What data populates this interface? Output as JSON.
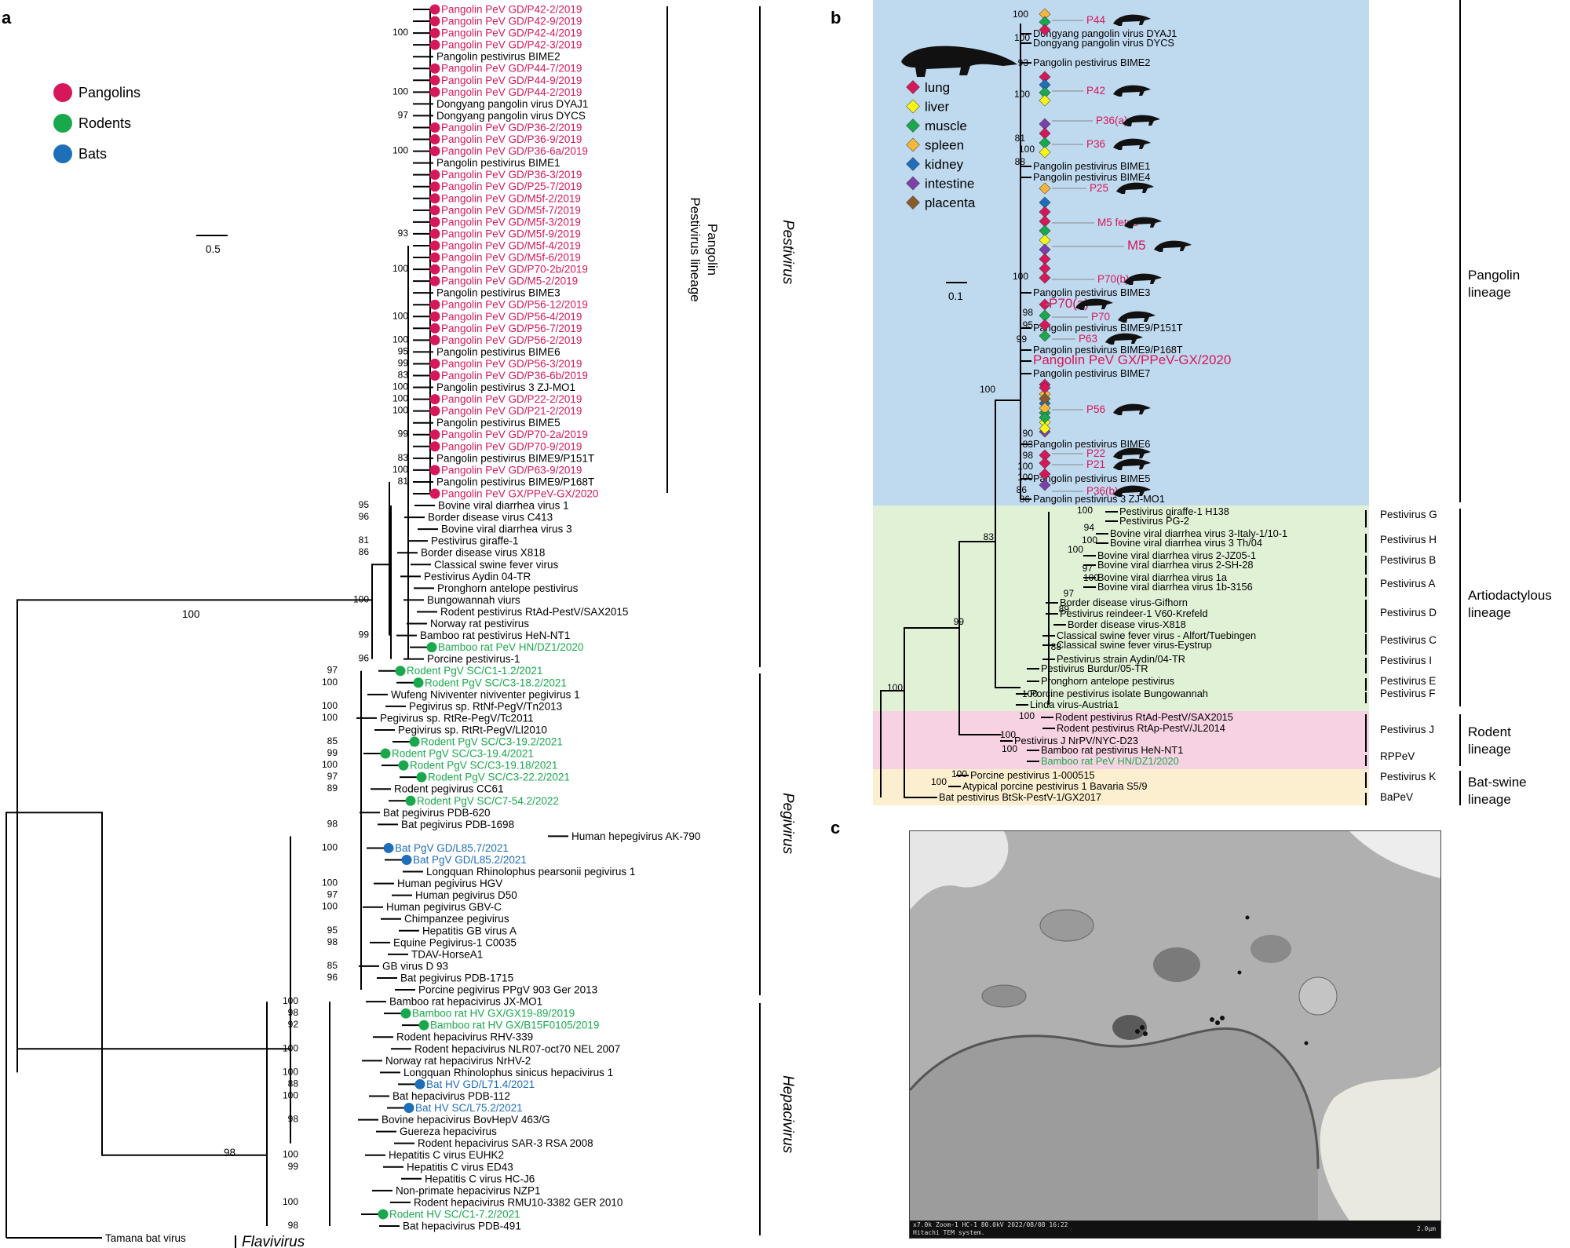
{
  "panels": {
    "a": "a",
    "b": "b",
    "c": "c"
  },
  "colors": {
    "pangolin": "#d6185a",
    "rodent": "#1aa84d",
    "bat": "#1e6fba",
    "bg_pangolin": "#bfd9ef",
    "bg_artio": "#e1f1d6",
    "bg_rodent": "#f7d2e2",
    "bg_bat": "#fcefcf",
    "lung": "#d6185a",
    "liver": "#f5f51a",
    "muscle": "#1aa84d",
    "spleen": "#f4b73a",
    "kidney": "#1e6fba",
    "intestine": "#7d3fa8",
    "placenta": "#8b5a2b"
  },
  "panel_a": {
    "legend": [
      {
        "label": "Pangolins",
        "color": "#d6185a"
      },
      {
        "label": "Rodents",
        "color": "#1aa84d"
      },
      {
        "label": "Bats",
        "color": "#1e6fba"
      }
    ],
    "scale_label": "0.5",
    "clade_label": [
      "Pangolin",
      "Pestivirus lineage"
    ],
    "genera": [
      "Pestivirus",
      "Pegivirus",
      "Hepacivirus",
      "Flavivirus"
    ],
    "tips": [
      {
        "name": "Pangolin PeV GD/P42-2/2019",
        "c": "p"
      },
      {
        "name": "Pangolin PeV GD/P42-9/2019",
        "c": "p"
      },
      {
        "name": "Pangolin PeV GD/P42-4/2019",
        "c": "p"
      },
      {
        "name": "Pangolin PeV GD/P42-3/2019",
        "c": "p"
      },
      {
        "name": "Pangolin pestivirus BIME2",
        "c": ""
      },
      {
        "name": "Pangolin PeV GD/P44-7/2019",
        "c": "p"
      },
      {
        "name": "Pangolin PeV GD/P44-9/2019",
        "c": "p"
      },
      {
        "name": "Pangolin PeV GD/P44-2/2019",
        "c": "p"
      },
      {
        "name": "Dongyang pangolin virus DYAJ1",
        "c": ""
      },
      {
        "name": "Dongyang pangolin virus DYCS",
        "c": ""
      },
      {
        "name": "Pangolin PeV GD/P36-2/2019",
        "c": "p"
      },
      {
        "name": "Pangolin PeV GD/P36-9/2019",
        "c": "p"
      },
      {
        "name": "Pangolin PeV GD/P36-6a/2019",
        "c": "p"
      },
      {
        "name": "Pangolin pestivirus BIME1",
        "c": ""
      },
      {
        "name": "Pangolin PeV GD/P36-3/2019",
        "c": "p"
      },
      {
        "name": "Pangolin PeV GD/P25-7/2019",
        "c": "p"
      },
      {
        "name": "Pangolin PeV GD/M5f-2/2019",
        "c": "p"
      },
      {
        "name": "Pangolin PeV GD/M5f-7/2019",
        "c": "p"
      },
      {
        "name": "Pangolin PeV GD/M5f-3/2019",
        "c": "p"
      },
      {
        "name": "Pangolin PeV GD/M5f-9/2019",
        "c": "p"
      },
      {
        "name": "Pangolin PeV GD/M5f-4/2019",
        "c": "p"
      },
      {
        "name": "Pangolin PeV GD/M5f-6/2019",
        "c": "p"
      },
      {
        "name": "Pangolin PeV GD/P70-2b/2019",
        "c": "p"
      },
      {
        "name": "Pangolin PeV GD/M5-2/2019",
        "c": "p"
      },
      {
        "name": "Pangolin pestivirus BIME3",
        "c": ""
      },
      {
        "name": "Pangolin PeV GD/P56-12/2019",
        "c": "p"
      },
      {
        "name": "Pangolin PeV GD/P56-4/2019",
        "c": "p"
      },
      {
        "name": "Pangolin PeV GD/P56-7/2019",
        "c": "p"
      },
      {
        "name": "Pangolin PeV GD/P56-2/2019",
        "c": "p"
      },
      {
        "name": "Pangolin pestivirus BIME6",
        "c": ""
      },
      {
        "name": "Pangolin PeV GD/P56-3/2019",
        "c": "p"
      },
      {
        "name": "Pangolin PeV GD/P36-6b/2019",
        "c": "p"
      },
      {
        "name": "Pangolin pestivirus 3 ZJ-MO1",
        "c": ""
      },
      {
        "name": "Pangolin PeV GD/P22-2/2019",
        "c": "p"
      },
      {
        "name": "Pangolin PeV GD/P21-2/2019",
        "c": "p"
      },
      {
        "name": "Pangolin pestivirus BIME5",
        "c": ""
      },
      {
        "name": "Pangolin PeV GD/P70-2a/2019",
        "c": "p"
      },
      {
        "name": "Pangolin PeV GD/P70-9/2019",
        "c": "p"
      },
      {
        "name": "Pangolin pestivirus BIME9/P151T",
        "c": ""
      },
      {
        "name": "Pangolin PeV GD/P63-9/2019",
        "c": "p"
      },
      {
        "name": "Pangolin pestivirus BIME9/P168T",
        "c": ""
      },
      {
        "name": "Pangolin PeV GX/PPeV-GX/2020",
        "c": "p"
      },
      {
        "name": "Bovine viral diarrhea virus 1",
        "c": ""
      },
      {
        "name": "Border disease virus C413",
        "c": ""
      },
      {
        "name": "Bovine viral diarrhea virus 3",
        "c": ""
      },
      {
        "name": "Pestivirus giraffe-1",
        "c": ""
      },
      {
        "name": "Border disease virus X818",
        "c": ""
      },
      {
        "name": "Classical swine fever virus",
        "c": ""
      },
      {
        "name": "Pestivirus Aydin 04-TR",
        "c": ""
      },
      {
        "name": "Pronghorn antelope pestivirus",
        "c": ""
      },
      {
        "name": "Bungowannah viurs",
        "c": ""
      },
      {
        "name": "Rodent pestivirus RtAd-PestV/SAX2015",
        "c": ""
      },
      {
        "name": "Norway rat pestivirus",
        "c": ""
      },
      {
        "name": "Bamboo rat pestivirus HeN-NT1",
        "c": ""
      },
      {
        "name": "Bamboo rat PeV HN/DZ1/2020",
        "c": "r"
      },
      {
        "name": "Porcine pestivirus-1",
        "c": ""
      },
      {
        "name": "Rodent PgV SC/C1-1.2/2021",
        "c": "r"
      },
      {
        "name": "Rodent PgV SC/C3-18.2/2021",
        "c": "r"
      },
      {
        "name": "Wufeng Niviventer niviventer pegivirus 1",
        "c": ""
      },
      {
        "name": "Pegivirus sp. RtNf-PegV/Tn2013",
        "c": ""
      },
      {
        "name": "Pegivirus sp. RtRe-PegV/Tc2011",
        "c": ""
      },
      {
        "name": "Pegivirus sp. RtRt-PegV/Ll2010",
        "c": ""
      },
      {
        "name": "Rodent PgV SC/C3-19.2/2021",
        "c": "r"
      },
      {
        "name": "Rodent PgV SC/C3-19.4/2021",
        "c": "r"
      },
      {
        "name": "Rodent PgV SC/C3-19.18/2021",
        "c": "r"
      },
      {
        "name": "Rodent PgV SC/C3-22.2/2021",
        "c": "r"
      },
      {
        "name": "Rodent pegivirus CC61",
        "c": ""
      },
      {
        "name": "Rodent PgV SC/C7-54.2/2022",
        "c": "r"
      },
      {
        "name": "Bat pegivirus PDB-620",
        "c": ""
      },
      {
        "name": "Bat pegivirus PDB-1698",
        "c": ""
      },
      {
        "name": "Human hepegivirus AK-790",
        "c": ""
      },
      {
        "name": "Bat PgV GD/L85.7/2021",
        "c": "b"
      },
      {
        "name": "Bat PgV GD/L85.2/2021",
        "c": "b"
      },
      {
        "name": "Longquan Rhinolophus pearsonii pegivirus 1",
        "c": ""
      },
      {
        "name": "Human pegivirus HGV",
        "c": ""
      },
      {
        "name": "Human pegivirus D50",
        "c": ""
      },
      {
        "name": "Human pegivirus GBV-C",
        "c": ""
      },
      {
        "name": "Chimpanzee pegivirus",
        "c": ""
      },
      {
        "name": "Hepatitis GB virus A",
        "c": ""
      },
      {
        "name": "Equine Pegivirus-1 C0035",
        "c": ""
      },
      {
        "name": "TDAV-HorseA1",
        "c": ""
      },
      {
        "name": "GB virus D 93",
        "c": ""
      },
      {
        "name": "Bat pegivirus PDB-1715",
        "c": ""
      },
      {
        "name": "Porcine pegivirus PPgV 903 Ger 2013",
        "c": ""
      },
      {
        "name": "Bamboo rat hepacivirus JX-MO1",
        "c": ""
      },
      {
        "name": "Bamboo rat HV GX/GX19-89/2019",
        "c": "r"
      },
      {
        "name": "Bamboo rat HV GX/B15F0105/2019",
        "c": "r"
      },
      {
        "name": "Rodent hepacivirus RHV-339",
        "c": ""
      },
      {
        "name": "Rodent hepacivirus NLR07-oct70 NEL 2007",
        "c": ""
      },
      {
        "name": "Norway rat hepacivirus NrHV-2",
        "c": ""
      },
      {
        "name": "Longquan Rhinolophus sinicus hepacivirus 1",
        "c": ""
      },
      {
        "name": "Bat HV GD/L71.4/2021",
        "c": "b"
      },
      {
        "name": "Bat hepacivirus PDB-112",
        "c": ""
      },
      {
        "name": "Bat HV SC/L75.2/2021",
        "c": "b"
      },
      {
        "name": "Bovine hepacivirus BovHepV 463/G",
        "c": ""
      },
      {
        "name": "Guereza hepacivirus",
        "c": ""
      },
      {
        "name": "Rodent hepacivirus SAR-3 RSA 2008",
        "c": ""
      },
      {
        "name": "Hepatitis C virus EUHK2",
        "c": ""
      },
      {
        "name": "Hepatitis C virus ED43",
        "c": ""
      },
      {
        "name": "Hepatitis C virus HC-J6",
        "c": ""
      },
      {
        "name": "Non-primate hepacivirus NZP1",
        "c": ""
      },
      {
        "name": "Rodent hepacivirus RMU10-3382 GER 2010",
        "c": ""
      },
      {
        "name": "Rodent HV SC/C1-7.2/2021",
        "c": "r"
      },
      {
        "name": "Bat hepacivirus PDB-491",
        "c": ""
      }
    ],
    "outgroup": "Tamana bat virus",
    "support": [
      {
        "v": "100",
        "t": 2
      },
      {
        "v": "100",
        "t": 7
      },
      {
        "v": "97",
        "t": 9
      },
      {
        "v": "100",
        "t": 12
      },
      {
        "v": "93",
        "t": 19
      },
      {
        "v": "100",
        "t": 22
      },
      {
        "v": "100",
        "t": 26
      },
      {
        "v": "100",
        "t": 28
      },
      {
        "v": "95",
        "t": 29
      },
      {
        "v": "99",
        "t": 30
      },
      {
        "v": "83",
        "t": 31
      },
      {
        "v": "100",
        "t": 32
      },
      {
        "v": "100",
        "t": 33
      },
      {
        "v": "100",
        "t": 34
      },
      {
        "v": "99",
        "t": 36
      },
      {
        "v": "83",
        "t": 38
      },
      {
        "v": "100",
        "t": 39
      },
      {
        "v": "81",
        "t": 40
      },
      {
        "v": "95",
        "t": 42
      },
      {
        "v": "96",
        "t": 43
      },
      {
        "v": "81",
        "t": 45
      },
      {
        "v": "86",
        "t": 46
      },
      {
        "v": "100",
        "t": 50
      },
      {
        "v": "99",
        "t": 53
      },
      {
        "v": "96",
        "t": 55
      },
      {
        "v": "97",
        "t": 56
      },
      {
        "v": "100",
        "t": 57
      },
      {
        "v": "100",
        "t": 59
      },
      {
        "v": "100",
        "t": 60
      },
      {
        "v": "85",
        "t": 62
      },
      {
        "v": "99",
        "t": 63
      },
      {
        "v": "100",
        "t": 64
      },
      {
        "v": "97",
        "t": 65
      },
      {
        "v": "89",
        "t": 66
      },
      {
        "v": "98",
        "t": 69
      },
      {
        "v": "100",
        "t": 71
      },
      {
        "v": "100",
        "t": 74
      },
      {
        "v": "100",
        "t": 76
      },
      {
        "v": "95",
        "t": 78
      },
      {
        "v": "98",
        "t": 79
      },
      {
        "v": "85",
        "t": 81
      },
      {
        "v": "96",
        "t": 82
      },
      {
        "v": "97",
        "t": 75
      },
      {
        "v": "100",
        "t": 84
      },
      {
        "v": "98",
        "t": 85
      },
      {
        "v": "92",
        "t": 86
      },
      {
        "v": "100",
        "t": 88
      },
      {
        "v": "100",
        "t": 90
      },
      {
        "v": "88",
        "t": 91
      },
      {
        "v": "100",
        "t": 92
      },
      {
        "v": "98",
        "t": 94
      },
      {
        "v": "100",
        "t": 97
      },
      {
        "v": "99",
        "t": 98
      },
      {
        "v": "100",
        "t": 101
      },
      {
        "v": "98",
        "t": 103
      }
    ],
    "root_support": {
      "top": "100",
      "bottom": "98"
    }
  },
  "panel_b": {
    "tissues": [
      {
        "label": "lung",
        "color": "#d6185a"
      },
      {
        "label": "liver",
        "color": "#f5f51a"
      },
      {
        "label": "muscle",
        "color": "#1aa84d"
      },
      {
        "label": "spleen",
        "color": "#f4b73a"
      },
      {
        "label": "kidney",
        "color": "#1e6fba"
      },
      {
        "label": "intestine",
        "color": "#7d3fa8"
      },
      {
        "label": "placenta",
        "color": "#8b5a2b"
      }
    ],
    "scale_label": "0.1",
    "tips_top": [
      {
        "name": "Dongyang pangolin virus DYAJ1"
      },
      {
        "name": "Dongyang pangolin virus DYCS"
      },
      {
        "name": "Pangolin pestivirus BIME2"
      },
      {
        "name": "Pangolin pestivirus BIME1"
      },
      {
        "name": "Pangolin pestivirus BIME4"
      },
      {
        "name": "Pangolin pestivirus BIME3"
      },
      {
        "name": "Pangolin pestivirus BIME9/P151T"
      },
      {
        "name": "Pangolin pestivirus BIME9/P168T"
      },
      {
        "name": "Pangolin PeV GX/PPeV-GX/2020"
      },
      {
        "name": "Pangolin pestivirus BIME7"
      },
      {
        "name": "Pangolin pestivirus BIME6"
      },
      {
        "name": "Pangolin pestivirus BIME5"
      },
      {
        "name": "Pangolin pestivirus 3 ZJ-MO1"
      }
    ],
    "sample_labels": [
      "P44",
      "P42",
      "P36(a)",
      "P36",
      "P25",
      "M5 fetus",
      "M5",
      "P70(b)",
      "P70(a)",
      "P70",
      "P63",
      "P56",
      "P22",
      "P21",
      "P36(b)"
    ],
    "tips_other": [
      "Pestivirus giraffe-1 H138",
      "Pestivirus PG-2",
      "Bovine viral diarrhea virus 3-Italy-1/10-1",
      "Bovine viral diarrhea virus 3 Th/04",
      "Bovine viral diarrhea virus 2-JZ05-1",
      "Bovine viral diarrhea virus 2-SH-28",
      "Bovine viral diarrhea virus 1a",
      "Bovine viral diarrhea virus 1b-3156",
      "Border disease virus-Gifhorn",
      "Pestivirus reindeer-1 V60-Krefeld",
      "Border disease virus-X818",
      "Classical swine fever virus - Alfort/Tuebingen",
      "Classical swine fever virus-Eystrup",
      "Pestivirus strain Aydin/04-TR",
      "Pestivirus Burdur/05-TR",
      "Pronghorn antelope pestivirus",
      "Porcine pestivirus isolate Bungowannah",
      "Linda virus-Austria1",
      "Rodent pestivirus RtAd-PestV/SAX2015",
      "Rodent pestivirus RtAp-PestV/JL2014",
      "Pestivirus J NrPV/NYC-D23",
      "Bamboo rat pestivirus HeN-NT1",
      "Bamboo rat PeV HN/DZ1/2020",
      "Porcine pestivirus 1-000515",
      "Atypical porcine pestivirus 1 Bavaria S5/9",
      "Bat pestivirus BtSk-PestV-1/GX2017"
    ],
    "species": [
      "Pestivirus G",
      "Pestivirus H",
      "Pestivirus B",
      "Pestivirus A",
      "Pestivirus D",
      "Pestivirus C",
      "Pestivirus I",
      "Pestivirus E",
      "Pestivirus F",
      "Pestivirus J",
      "RPPeV",
      "Pestivirus K",
      "BaPeV"
    ],
    "lineages": [
      "Pangolin lineage",
      "Artiodactylous lineage",
      "Rodent lineage",
      "Bat-swine lineage"
    ],
    "support": [
      "100",
      "100",
      "93",
      "100",
      "81",
      "100",
      "88",
      "100",
      "98",
      "95",
      "99",
      "100",
      "90",
      "83",
      "98",
      "100",
      "100",
      "86",
      "86",
      "100",
      "94",
      "100",
      "100",
      "97",
      "100",
      "97",
      "89",
      "88",
      "100",
      "100",
      "100",
      "100",
      "100",
      "100",
      "83",
      "99",
      "100"
    ]
  },
  "panel_c": {
    "footer_left": "x7.0k Zoom-1 HC-1 80.0kV 2022/08/08 16:22",
    "footer_left2": "Hitachi TEM system.",
    "scale": "2.0µm"
  }
}
